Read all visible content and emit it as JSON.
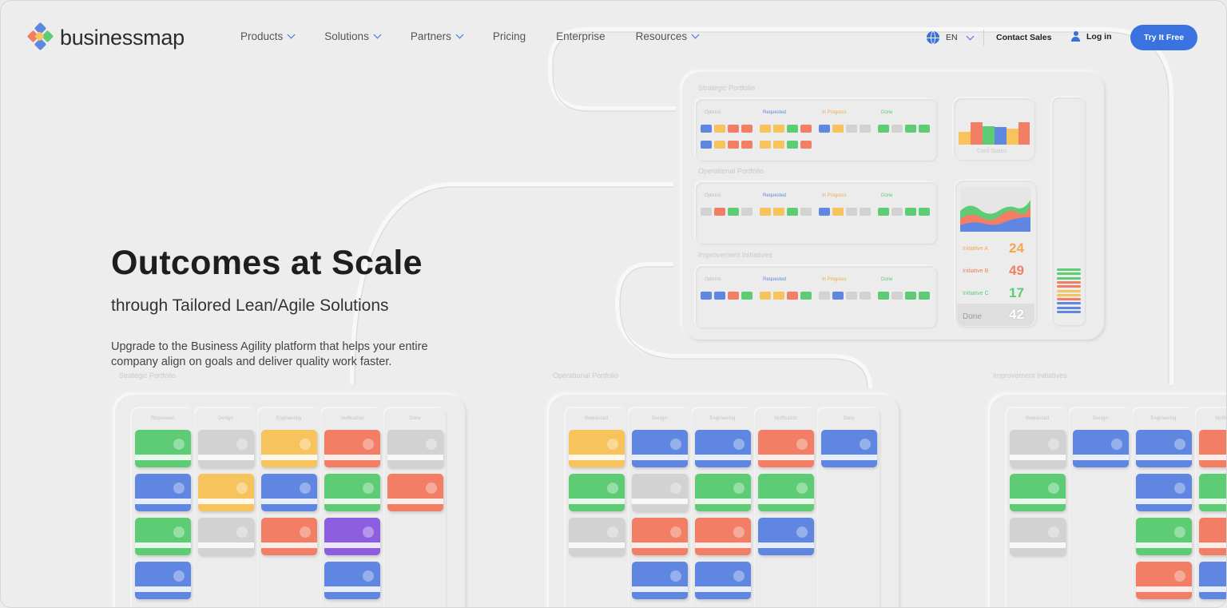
{
  "brand": {
    "name": "businessmap"
  },
  "nav": {
    "items": [
      {
        "label": "Products",
        "has_dropdown": true
      },
      {
        "label": "Solutions",
        "has_dropdown": true
      },
      {
        "label": "Partners",
        "has_dropdown": true
      },
      {
        "label": "Pricing",
        "has_dropdown": false
      },
      {
        "label": "Enterprise",
        "has_dropdown": false
      },
      {
        "label": "Resources",
        "has_dropdown": true
      }
    ],
    "language": "EN",
    "contact_sales": "Contact Sales",
    "login": "Log in",
    "cta": "Try It Free"
  },
  "hero": {
    "title": "Outcomes at Scale",
    "subtitle": "through Tailored Lean/Agile Solutions",
    "description": "Upgrade to the Business Agility platform that helps your entire company align on goals and deliver quality work faster."
  },
  "illustration": {
    "portfolio_labels": [
      "Strategic Portfolio",
      "Operational Portfolio",
      "Improvement Initiatives"
    ],
    "bottom_labels": [
      "Strategic Portfolio",
      "Operational Portfolio",
      "Improvement Initiatives"
    ],
    "lane_headers": [
      "Options",
      "Requested",
      "In Progress",
      "Done"
    ],
    "board_columns": [
      "Requested",
      "Design",
      "Engineering",
      "Verification",
      "Done"
    ],
    "card_status_label": "Card Status",
    "kpis": [
      {
        "label": "Initiative A",
        "value": "24"
      },
      {
        "label": "Initiative B",
        "value": "49"
      },
      {
        "label": "Initiative C",
        "value": "17"
      },
      {
        "label": "Done",
        "value": "42"
      }
    ],
    "colors": {
      "blue": "#5f86e0",
      "yellow": "#f7c35c",
      "red": "#f17e65",
      "green": "#5dcc75",
      "grey": "#d2d2d2",
      "purple": "#8d5fe0",
      "accent": "#3a73e0"
    }
  }
}
